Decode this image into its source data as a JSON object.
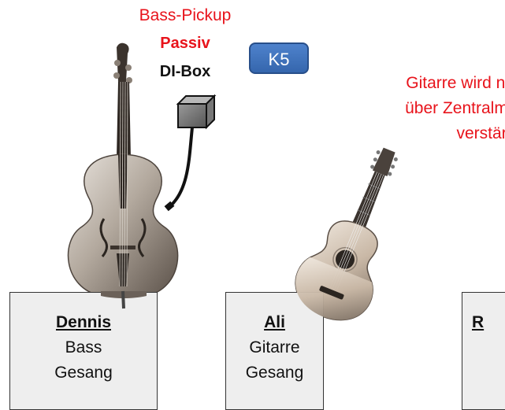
{
  "pickup": {
    "title": "Bass-Pickup",
    "type": "Passiv",
    "device": "DI-Box"
  },
  "channel_badge": "K5",
  "guitar_note": [
    "Gitarre wird nur",
    "über Zentralmic",
    "verstärkt"
  ],
  "musicians": [
    {
      "name": "Dennis",
      "role1": "Bass",
      "role2": "Gesang"
    },
    {
      "name": "Ali",
      "role1": "Gitarre",
      "role2": "Gesang"
    },
    {
      "name": "R",
      "role1": "",
      "role2": ""
    }
  ],
  "colors": {
    "annotation": "#e8131b",
    "badge": "#3f74bf",
    "box_fill": "#eeeeee"
  },
  "icons": [
    "double-bass-icon",
    "acoustic-guitar-icon",
    "di-box-icon",
    "cable-icon"
  ]
}
